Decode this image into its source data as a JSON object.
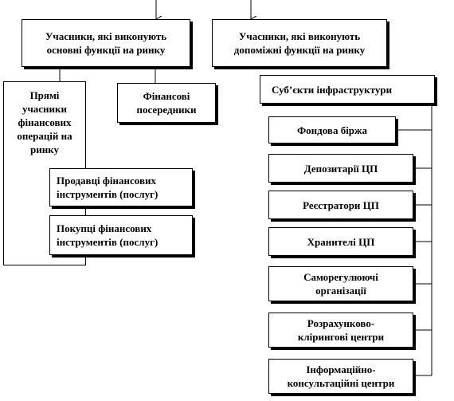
{
  "main_functions": {
    "label": "Учасники, які виконують\nосновні функції  на ринку"
  },
  "aux_functions": {
    "label": "Учасники, які виконують\nдопоміжні функції  на ринку"
  },
  "direct_participants": {
    "label": "Прямі\nучасники\nфінансових\nоперацій на\nринку"
  },
  "financial_intermediaries": {
    "label": "Фінансові\nпосередники"
  },
  "sellers": {
    "label": "Продавці фінансових\nінструментів  (послуг)"
  },
  "buyers": {
    "label": "Покупці фінансових\nінструментів  (послуг)"
  },
  "infrastructure": {
    "label": "Суб’єкти інфраструктури"
  },
  "infra_items": [
    {
      "label": "Фондова біржа"
    },
    {
      "label": "Депозитарії ЦП"
    },
    {
      "label": "Реєстратори ЦП"
    },
    {
      "label": "Хранителі ЦП"
    },
    {
      "label": "Саморегулюючі\nорганізації"
    },
    {
      "label": "Розрахунково-\nклірингові  центри"
    },
    {
      "label": "Інформаційно-\nконсультаційні  центри"
    }
  ]
}
